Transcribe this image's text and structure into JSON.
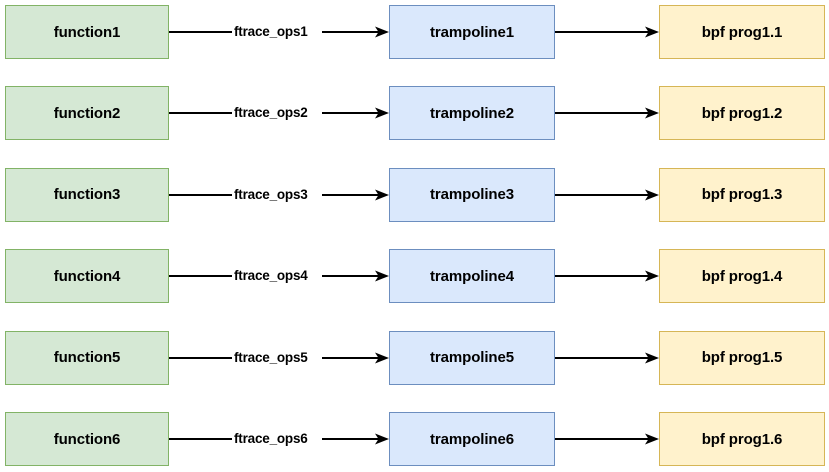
{
  "diagram": {
    "title": "ftrace ops to bpf trampoline mapping",
    "colors": {
      "function_fill": "#d5e8d4",
      "function_stroke": "#82b366",
      "trampoline_fill": "#dae8fc",
      "trampoline_stroke": "#6c8ebf",
      "prog_fill": "#fff2cc",
      "prog_stroke": "#d6b656",
      "edge_stroke": "#000000",
      "background": "#ffffff"
    },
    "columns": {
      "left": "function",
      "middle": "trampoline",
      "right": "bpf prog"
    },
    "rows": [
      {
        "function": "function1",
        "edge_label": "ftrace_ops1",
        "trampoline": "trampoline1",
        "prog": "bpf prog1.1"
      },
      {
        "function": "function2",
        "edge_label": "ftrace_ops2",
        "trampoline": "trampoline2",
        "prog": "bpf prog1.2"
      },
      {
        "function": "function3",
        "edge_label": "ftrace_ops3",
        "trampoline": "trampoline3",
        "prog": "bpf prog1.3"
      },
      {
        "function": "function4",
        "edge_label": "ftrace_ops4",
        "trampoline": "trampoline4",
        "prog": "bpf prog1.4"
      },
      {
        "function": "function5",
        "edge_label": "ftrace_ops5",
        "trampoline": "trampoline5",
        "prog": "bpf prog1.5"
      },
      {
        "function": "function6",
        "edge_label": "ftrace_ops6",
        "trampoline": "trampoline6",
        "prog": "bpf prog1.6"
      }
    ]
  }
}
